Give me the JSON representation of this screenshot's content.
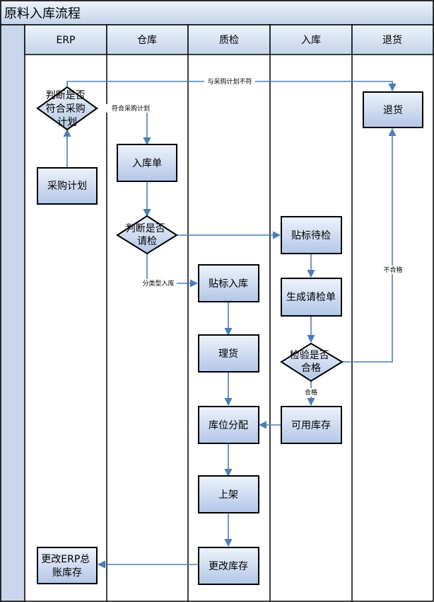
{
  "title": "原料入库流程",
  "lanes": [
    {
      "id": "erp",
      "label": "ERP"
    },
    {
      "id": "warehouse",
      "label": "仓库"
    },
    {
      "id": "qc",
      "label": "质检"
    },
    {
      "id": "inbound",
      "label": "入库"
    },
    {
      "id": "return",
      "label": "退货"
    }
  ],
  "nodes": {
    "purchase_plan": "采购计划",
    "judge_plan_lines": [
      "判断是否",
      "符合采购",
      "计划"
    ],
    "inbound_order": "入库单",
    "judge_inspect_lines": [
      "判断是否",
      "请检"
    ],
    "label_pending": "贴标待检",
    "create_inspect": "生成请检单",
    "judge_qualified_lines": [
      "检验是否",
      "合格"
    ],
    "available_stock": "可用库存",
    "label_inbound": "贴标入库",
    "sort_goods": "理货",
    "location_assign": "库位分配",
    "shelving": "上架",
    "update_stock": "更改库存",
    "erp_update_lines": [
      "更改ERP总",
      "账库存"
    ],
    "return_goods": "退货"
  },
  "edge_labels": {
    "not_match_plan": "与采购计划不符",
    "match_plan": "符合采购计划",
    "classified_inbound": "分类型入库",
    "unqualified": "不合格",
    "qualified": "合格"
  },
  "colors": {
    "node_fill_top": "#eef3fb",
    "node_fill_bottom": "#b3c6e7",
    "node_stroke": "#000000",
    "edge": "#4a7ebb",
    "title_fill": "#d9e2f1",
    "header_fill": "#cfdcee",
    "left_band": "#c9d7ec"
  }
}
